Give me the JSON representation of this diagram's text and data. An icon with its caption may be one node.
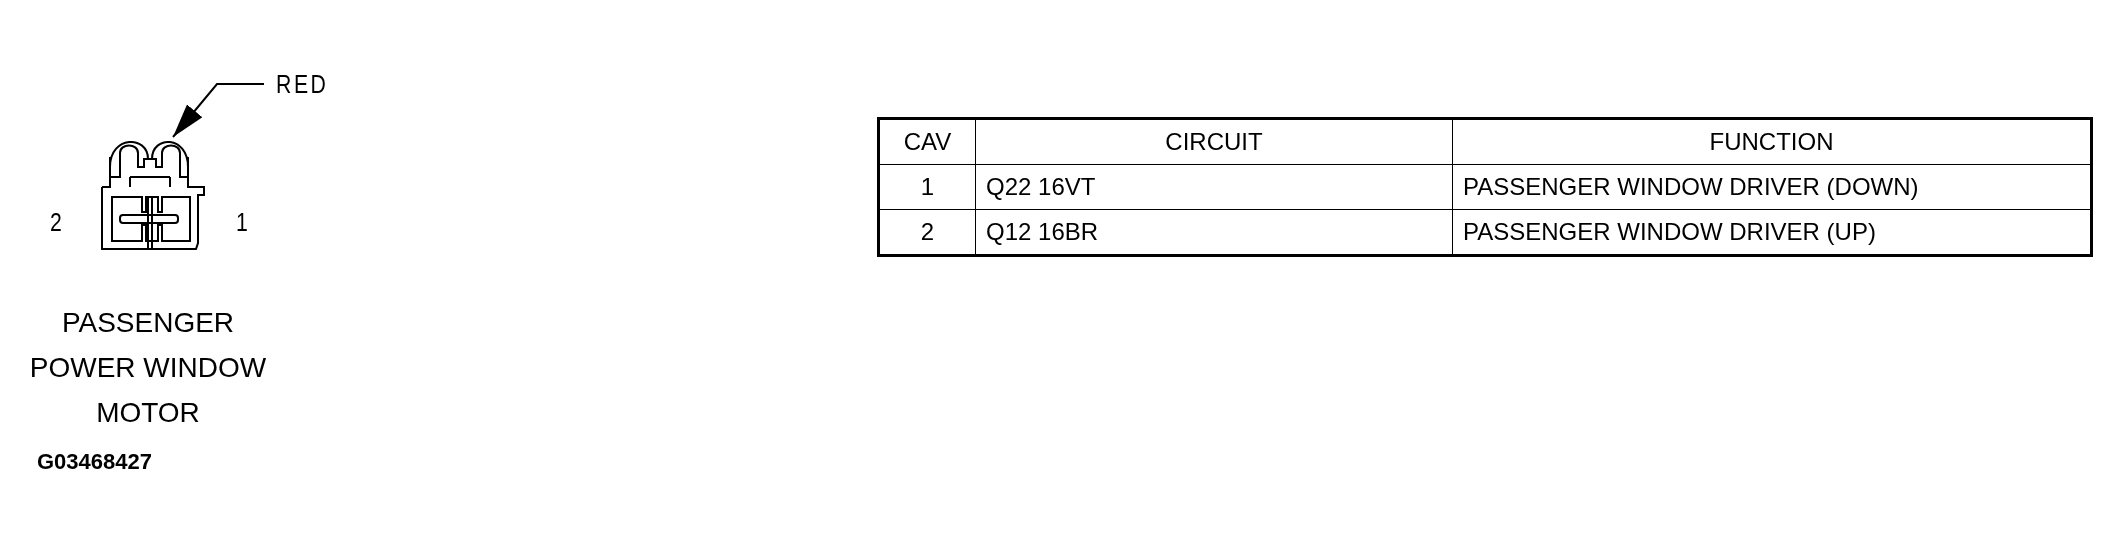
{
  "diagram": {
    "nodes": [
      {
        "text": [
          "RED"
        ]
      },
      {
        "text": [],
        "shape": "picture"
      }
    ],
    "edges": [
      {
        "from": 0,
        "to": 1,
        "arrow": "to"
      }
    ],
    "labels": [
      "2",
      "1",
      "PASSENGER POWER WINDOW MOTOR",
      "G03468427",
      "CAV",
      "CIRCUIT",
      "FUNCTION",
      "1",
      "Q22 16VT",
      "PASSENGER WINDOW DRIVER (DOWN)",
      "2",
      "Q12 16BR",
      "PASSENGER WINDOW DRIVER (UP)"
    ]
  }
}
